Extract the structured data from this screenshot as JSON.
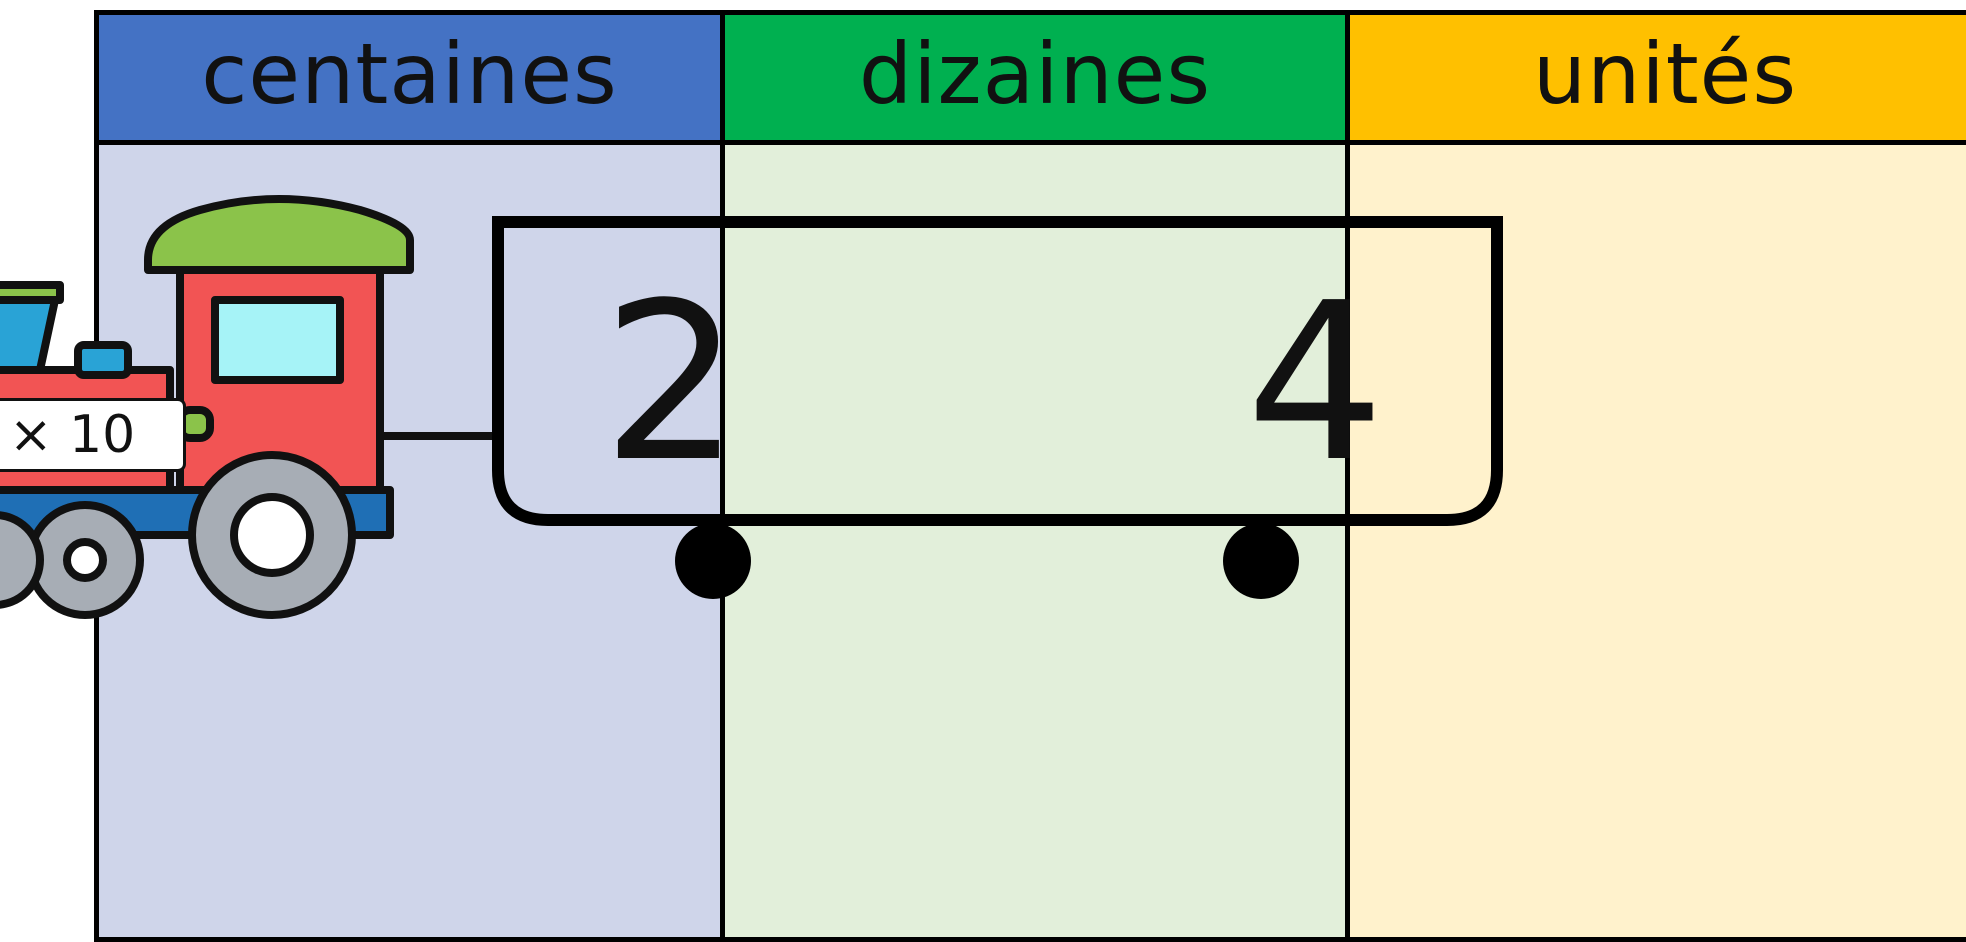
{
  "columns": [
    {
      "label": "centaines",
      "header_color": "#4472C4",
      "body_color": "#CFD5EA"
    },
    {
      "label": "dizaines",
      "header_color": "#00B050",
      "body_color": "#E2EFDA"
    },
    {
      "label": "unités",
      "header_color": "#FFC000",
      "body_color": "#FFF2CC"
    }
  ],
  "wagon": {
    "digits": [
      "2",
      "4"
    ]
  },
  "train": {
    "multiplier_label": "× 10"
  }
}
